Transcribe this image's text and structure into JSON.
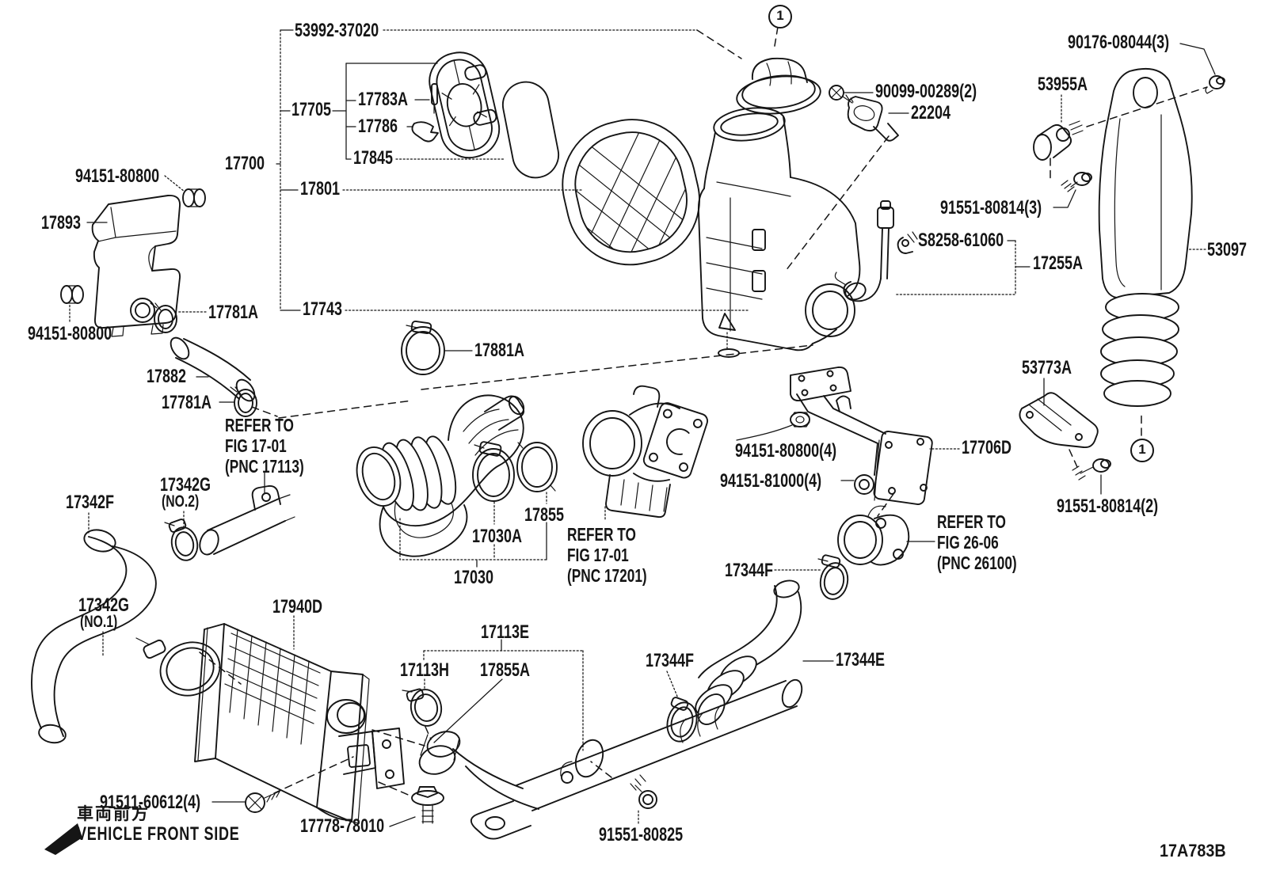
{
  "diagram": {
    "code": "17A783B",
    "front_note_jp": "車両前方",
    "front_note_en": "VEHICLE FRONT SIDE"
  },
  "callouts": {
    "c53992": "53992-37020",
    "balloon_1a": "1",
    "c90176": "90176-08044(3)",
    "c53955A": "53955A",
    "c17705": "17705",
    "c17783A": "17783A",
    "c17786": "17786",
    "c90099": "90099-00289(2)",
    "c22204": "22204",
    "c17845": "17845",
    "c17700": "17700",
    "c94151_80800_a": "94151-80800",
    "c17801": "17801",
    "c91551_80814_3": "91551-80814(3)",
    "c17893": "17893",
    "cS8258": "S8258-61060",
    "c17255A": "17255A",
    "c53097": "53097",
    "c17781A_a": "17781A",
    "c17743": "17743",
    "c94151_80800_b": "94151-80800",
    "c17881A": "17881A",
    "c53773A": "53773A",
    "c17882": "17882",
    "c17781A_b": "17781A",
    "c94151_80800_4": "94151-80800(4)",
    "c17706D": "17706D",
    "c94151_81000_4": "94151-81000(4)",
    "c17342G_no2": "17342G",
    "c17342G_no2_sub": "(NO.2)",
    "c17342F": "17342F",
    "c91551_80814_2": "91551-80814(2)",
    "c17855": "17855",
    "c17030A": "17030A",
    "c17030": "17030",
    "c17344F_a": "17344F",
    "c17342G_no1": "17342G",
    "c17342G_no1_sub": "(NO.1)",
    "c17940D": "17940D",
    "c17113E": "17113E",
    "c17113H": "17113H",
    "c17855A": "17855A",
    "c17344F_b": "17344F",
    "c17344E": "17344E",
    "balloon_1b": "1",
    "c91511_60612": "91511-60612(4)",
    "c17778": "17778-78010",
    "c91551_80825": "91551-80825"
  },
  "notes": {
    "refer_17113": "REFER TO\nFIG 17-01\n(PNC 17113)",
    "refer_17201": "REFER TO\nFIG 17-01\n(PNC 17201)",
    "refer_26100": "REFER TO\nFIG 26-06\n(PNC 26100)"
  }
}
